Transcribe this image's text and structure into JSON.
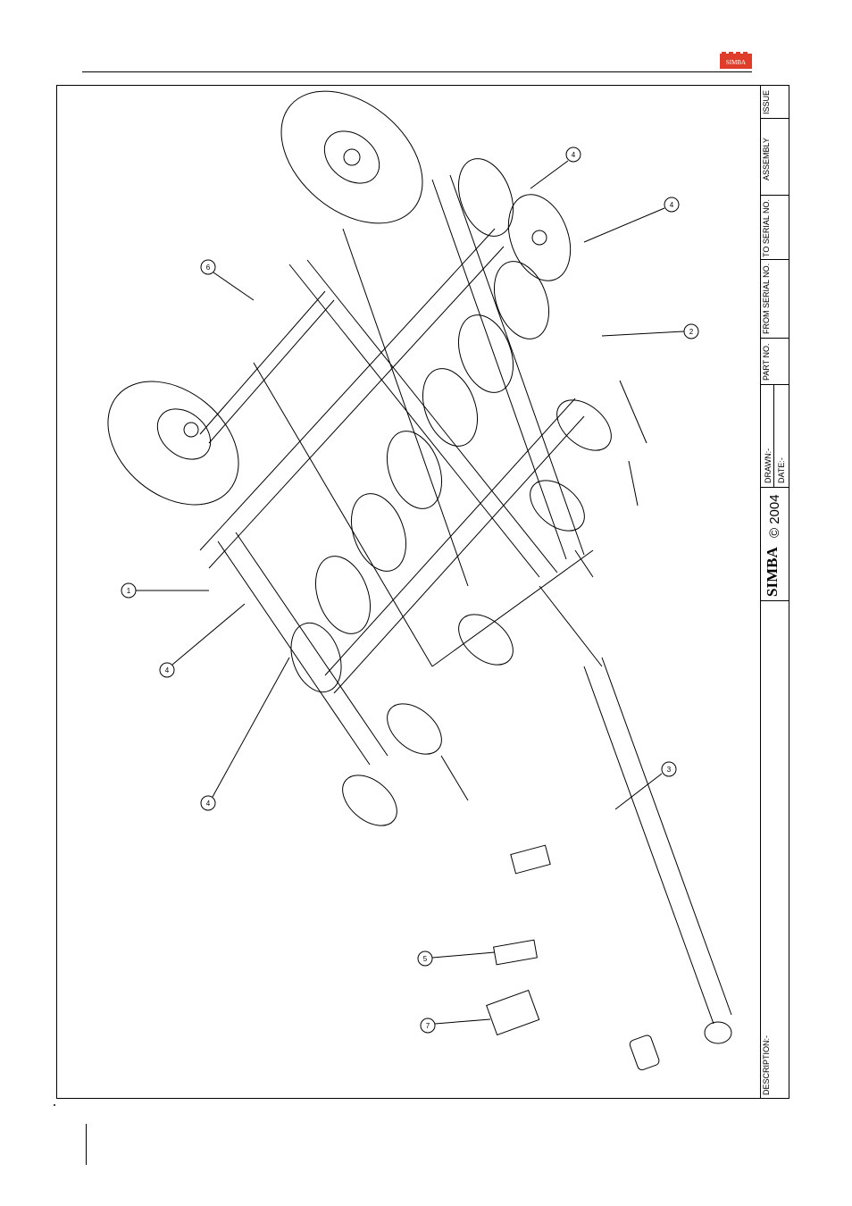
{
  "header": {
    "brand_logo": "SIMBA",
    "brand_color": "#e03c2a"
  },
  "title_block": {
    "issue_label": "ISSUE",
    "assembly_label": "ASSEMBLY",
    "to_serial_label": "TO SERIAL NO.",
    "from_serial_label": "FROM SERIAL NO.",
    "part_no_label": "PART NO.",
    "drawn_label": "DRAWN:-",
    "date_label": "DATE:-",
    "copyright": "© 2004",
    "company": "SIMBA",
    "description_label": "DESCRIPTION:-"
  },
  "callouts": [
    "1",
    "2",
    "3",
    "4",
    "4",
    "4",
    "4",
    "5",
    "6",
    "7"
  ]
}
